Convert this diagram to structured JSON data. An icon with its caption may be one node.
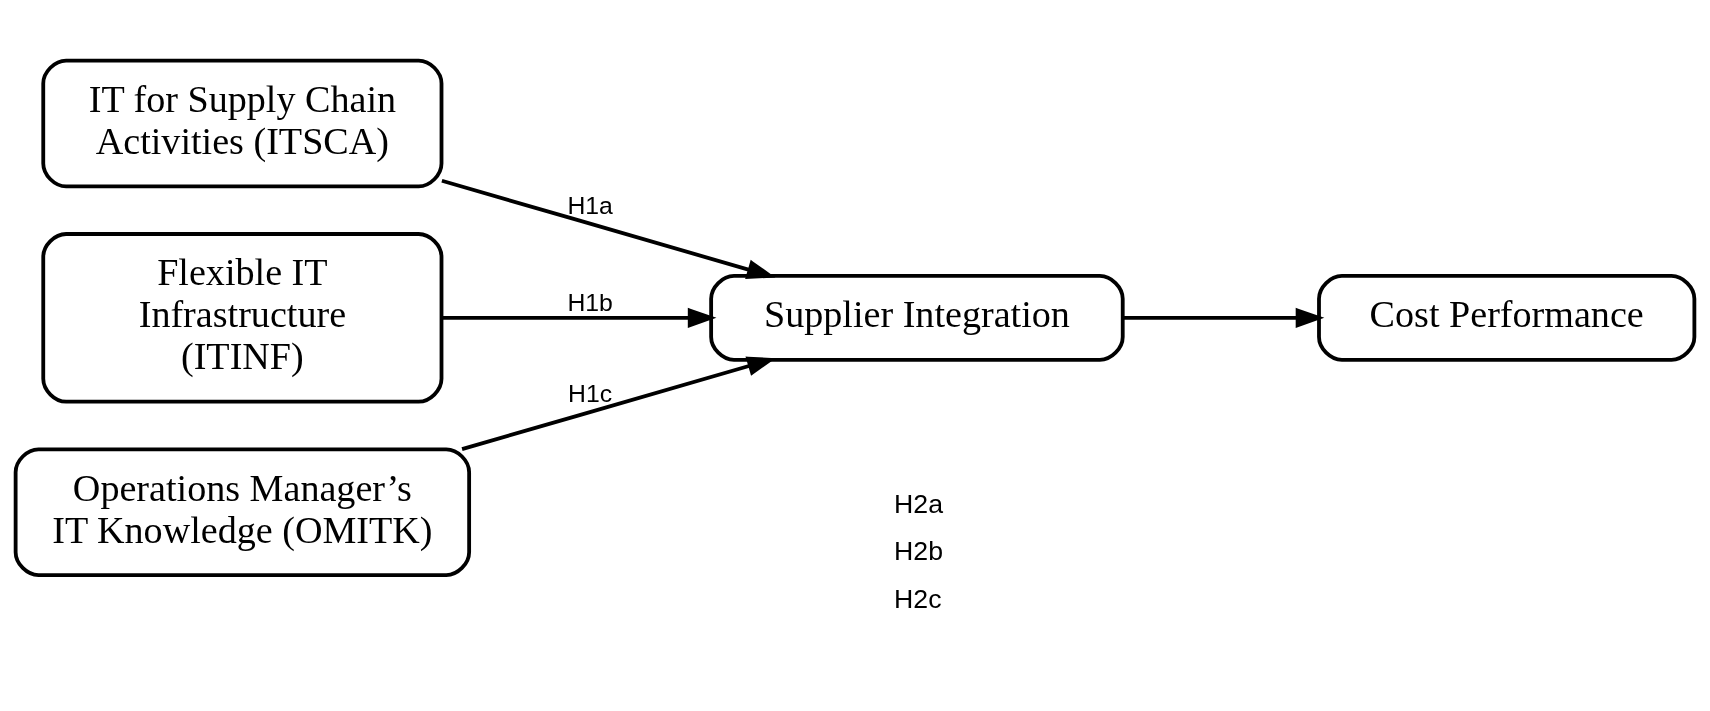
{
  "diagram": {
    "nodes": [
      {
        "text": [
          "IT for Supply Chain Activities (ITSCA)"
        ]
      },
      {
        "text": [
          "Flexible IT Infrastructure (ITINF)"
        ]
      },
      {
        "text": [
          "Operations Manager’s IT Knowledge (OMITK)"
        ]
      },
      {
        "text": [
          "Supplier Integration"
        ]
      },
      {
        "text": [
          "Cost Performance"
        ]
      }
    ],
    "edges": [
      {
        "from": 0,
        "to": 3,
        "arrow": "to",
        "label": "H1a"
      },
      {
        "from": 1,
        "to": 3,
        "arrow": "to",
        "label": "H1b"
      },
      {
        "from": 2,
        "to": 3,
        "arrow": "to",
        "label": "H1c"
      },
      {
        "from": 3,
        "to": 4,
        "arrow": "to"
      }
    ],
    "labels": [
      "H2a",
      "H2b",
      "H2c"
    ]
  }
}
